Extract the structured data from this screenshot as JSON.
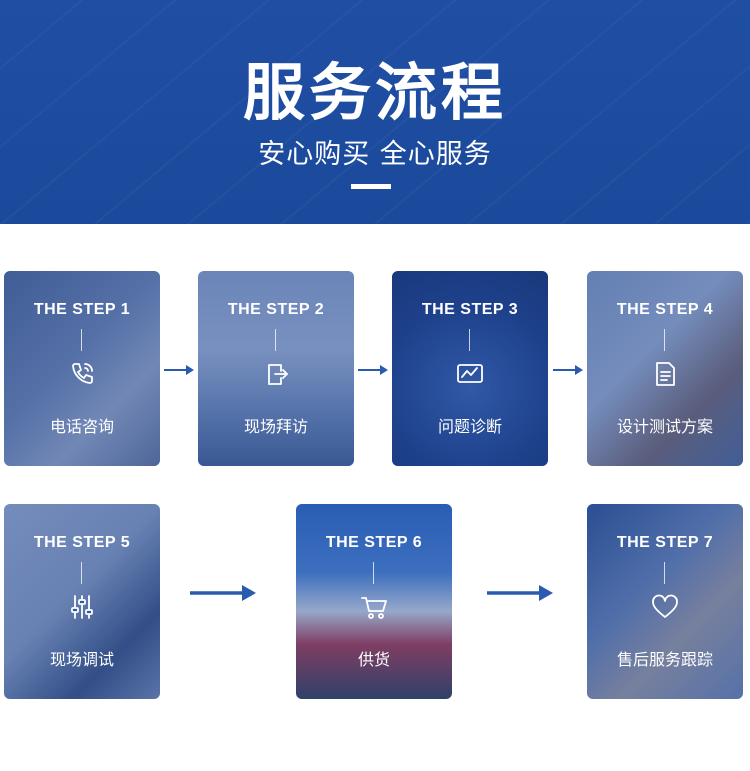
{
  "header": {
    "title": "服务流程",
    "subtitle": "安心购买 全心服务"
  },
  "steps": [
    {
      "step": "THE STEP 1",
      "name": "电话咨询",
      "icon": "phone-icon"
    },
    {
      "step": "THE STEP 2",
      "name": "现场拜访",
      "icon": "door-enter-icon"
    },
    {
      "step": "THE STEP 3",
      "name": "问题诊断",
      "icon": "chart-monitor-icon"
    },
    {
      "step": "THE STEP 4",
      "name": "设计测试方案",
      "icon": "document-icon"
    },
    {
      "step": "THE STEP 5",
      "name": "现场调试",
      "icon": "sliders-icon"
    },
    {
      "step": "THE STEP 6",
      "name": "供货",
      "icon": "cart-icon"
    },
    {
      "step": "THE STEP 7",
      "name": "售后服务跟踪",
      "icon": "heart-icon"
    }
  ],
  "colors": {
    "brand": "#1f4ea3",
    "arrow": "#2a5bb0",
    "card_overlay": "#1e4696"
  }
}
